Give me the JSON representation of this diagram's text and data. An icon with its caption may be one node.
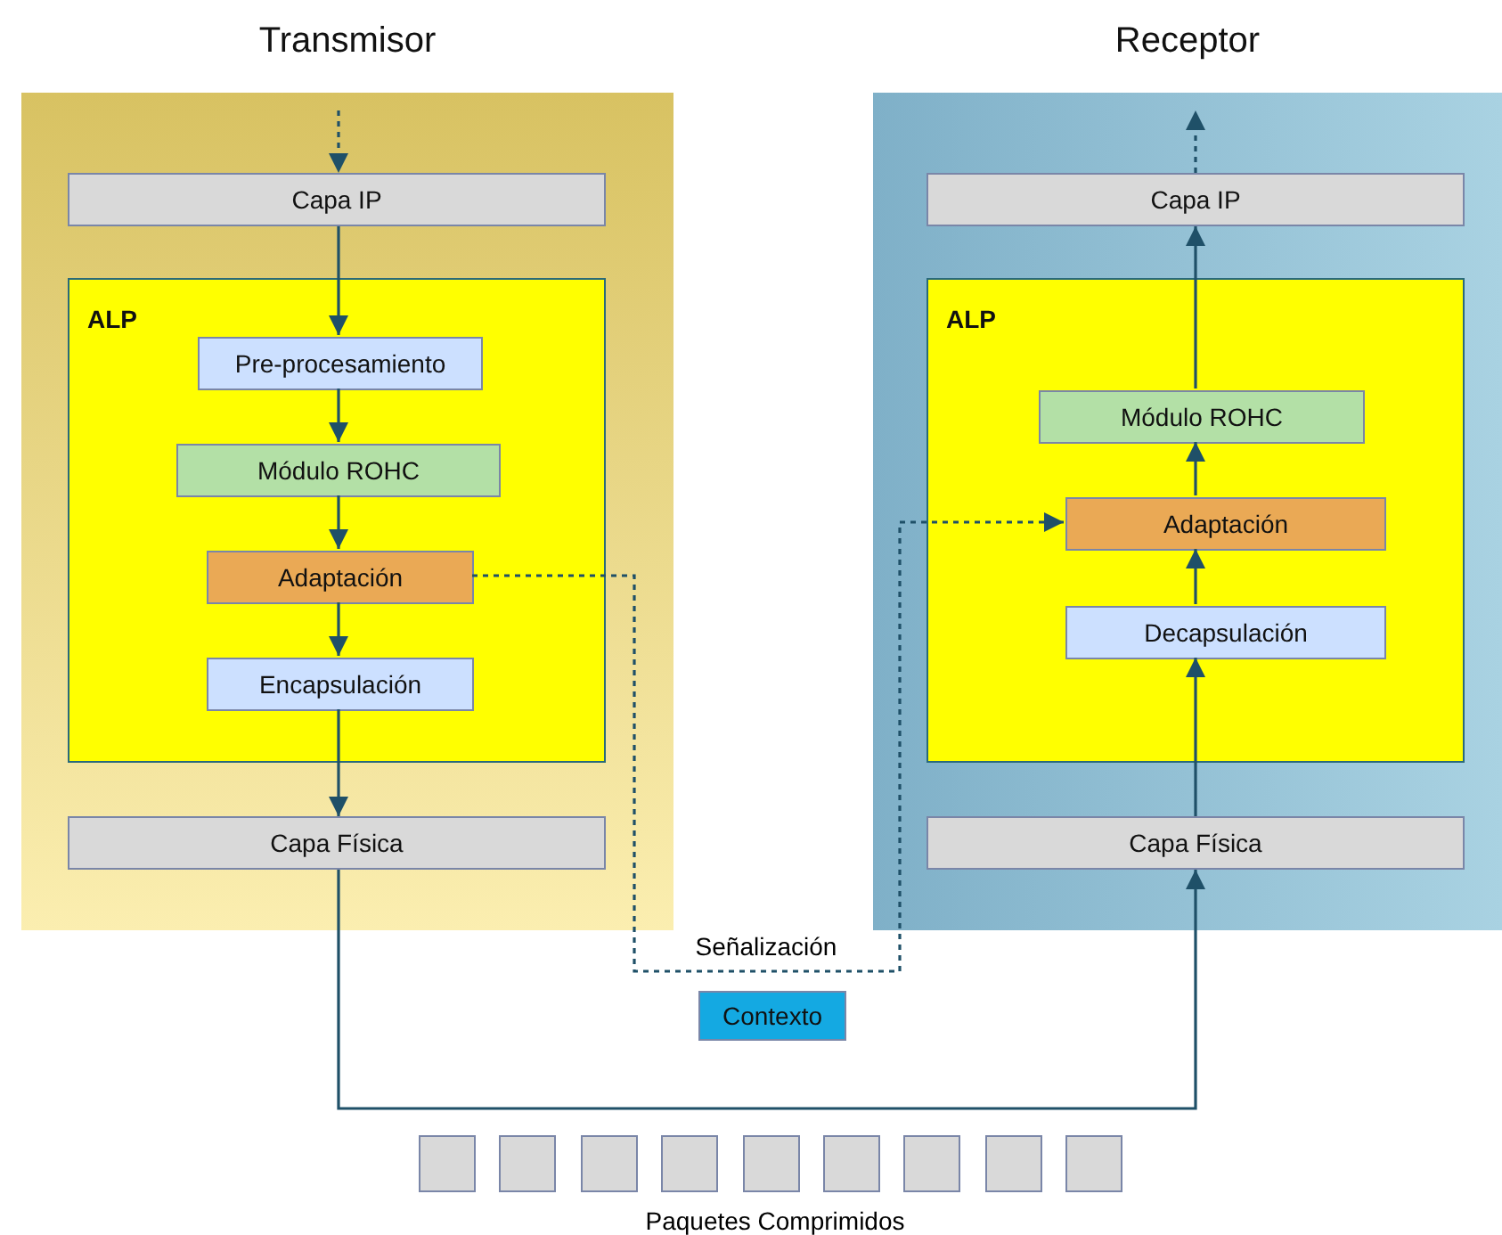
{
  "diagram": {
    "nodes": [
      {
        "text": [
          "Transmisor"
        ]
      },
      {
        "text": [
          "Capa IP"
        ],
        "in": 0
      },
      {
        "text": [
          "ALP"
        ],
        "in": 0
      },
      {
        "text": [
          "Pre-procesamiento"
        ],
        "in": 2
      },
      {
        "text": [
          "Módulo ROHC"
        ],
        "in": 2
      },
      {
        "text": [
          "Adaptación"
        ],
        "in": 2
      },
      {
        "text": [
          "Encapsulación"
        ],
        "in": 2
      },
      {
        "text": [
          "Capa Física"
        ],
        "in": 0
      },
      {
        "text": [
          "Receptor"
        ]
      },
      {
        "text": [
          "Capa IP"
        ],
        "in": 8
      },
      {
        "text": [
          "ALP"
        ],
        "in": 8
      },
      {
        "text": [
          "Módulo ROHC"
        ],
        "in": 10
      },
      {
        "text": [
          "Adaptación"
        ],
        "in": 10
      },
      {
        "text": [
          "Decapsulación"
        ],
        "in": 10
      },
      {
        "text": [
          "Capa Física"
        ],
        "in": 8
      },
      {
        "text": [
          "Contexto"
        ]
      },
      {
        "text": [],
        "shape": "box"
      },
      {
        "text": [],
        "shape": "box"
      },
      {
        "text": [],
        "shape": "box"
      },
      {
        "text": [],
        "shape": "box"
      },
      {
        "text": [],
        "shape": "box"
      },
      {
        "text": [],
        "shape": "box"
      },
      {
        "text": [],
        "shape": "box"
      },
      {
        "text": [],
        "shape": "box"
      },
      {
        "text": [],
        "shape": "box"
      }
    ],
    "edges": [
      {
        "from": null,
        "to": 1,
        "arrow": "to",
        "style": "dashed"
      },
      {
        "from": 1,
        "to": 3,
        "arrow": "to"
      },
      {
        "from": 3,
        "to": 4,
        "arrow": "to"
      },
      {
        "from": 4,
        "to": 5,
        "arrow": "to"
      },
      {
        "from": 5,
        "to": 6,
        "arrow": "to"
      },
      {
        "from": 6,
        "to": 7,
        "arrow": "to"
      },
      {
        "from": 7,
        "to": 14,
        "arrow": "to"
      },
      {
        "from": 5,
        "to": 12,
        "arrow": "to",
        "style": "dashed",
        "label": "Señalización"
      },
      {
        "from": 14,
        "to": 13,
        "arrow": "to"
      },
      {
        "from": 13,
        "to": 12,
        "arrow": "to"
      },
      {
        "from": 12,
        "to": 11,
        "arrow": "to"
      },
      {
        "from": 11,
        "to": 9,
        "arrow": "to"
      },
      {
        "from": 9,
        "to": null,
        "arrow": "to",
        "style": "dashed"
      }
    ],
    "labels": [
      "Paquetes Comprimidos"
    ]
  }
}
